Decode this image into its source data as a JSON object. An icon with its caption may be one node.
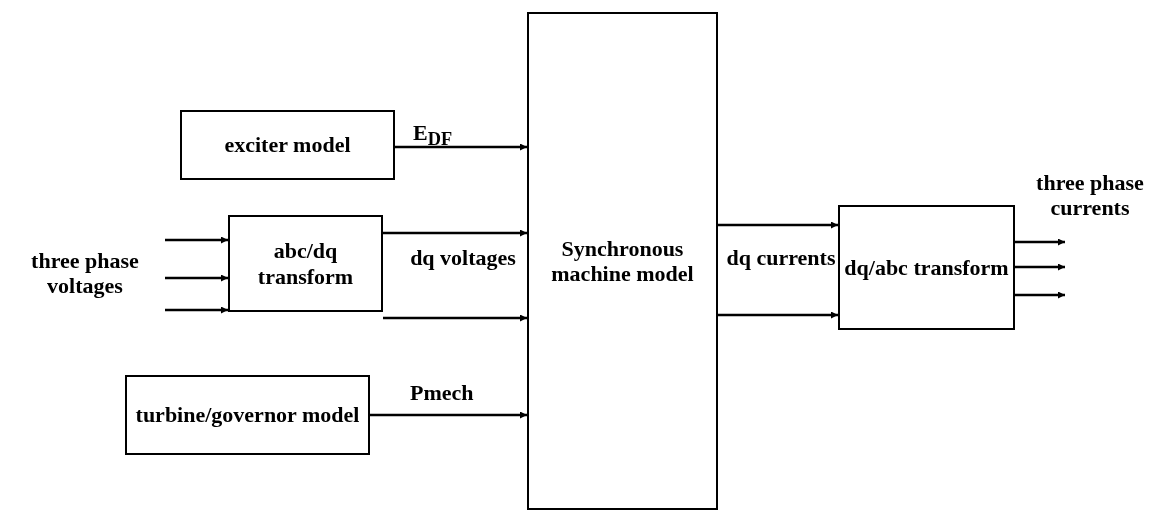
{
  "diagram": {
    "nodes": [
      {
        "text": [
          "exciter model"
        ]
      },
      {
        "text": [
          "abc/dq transform"
        ]
      },
      {
        "text": [
          "turbine/governor model"
        ]
      },
      {
        "text": [
          "Synchronous machine model"
        ]
      },
      {
        "text": [
          "dq/abc transform"
        ]
      }
    ],
    "edges": [
      {
        "from": 0,
        "to": 3,
        "arrow": "to",
        "label": "E$_{DF}$"
      },
      {
        "from": null,
        "to": 1,
        "arrow": "to"
      },
      {
        "from": null,
        "to": 1,
        "arrow": "to"
      },
      {
        "from": null,
        "to": 1,
        "arrow": "to"
      },
      {
        "from": 1,
        "to": 3,
        "arrow": "to"
      },
      {
        "from": 1,
        "to": 3,
        "arrow": "to"
      },
      {
        "from": 2,
        "to": 3,
        "arrow": "to",
        "label": "Pmech"
      },
      {
        "from": 3,
        "to": 4,
        "arrow": "to"
      },
      {
        "from": 3,
        "to": 4,
        "arrow": "to"
      },
      {
        "from": 4,
        "to": null,
        "arrow": "to"
      },
      {
        "from": 4,
        "to": null,
        "arrow": "to"
      },
      {
        "from": 4,
        "to": null,
        "arrow": "to"
      }
    ],
    "labels": [
      "three phase voltages",
      "dq voltages",
      "dq currents",
      "three phase currents"
    ]
  }
}
